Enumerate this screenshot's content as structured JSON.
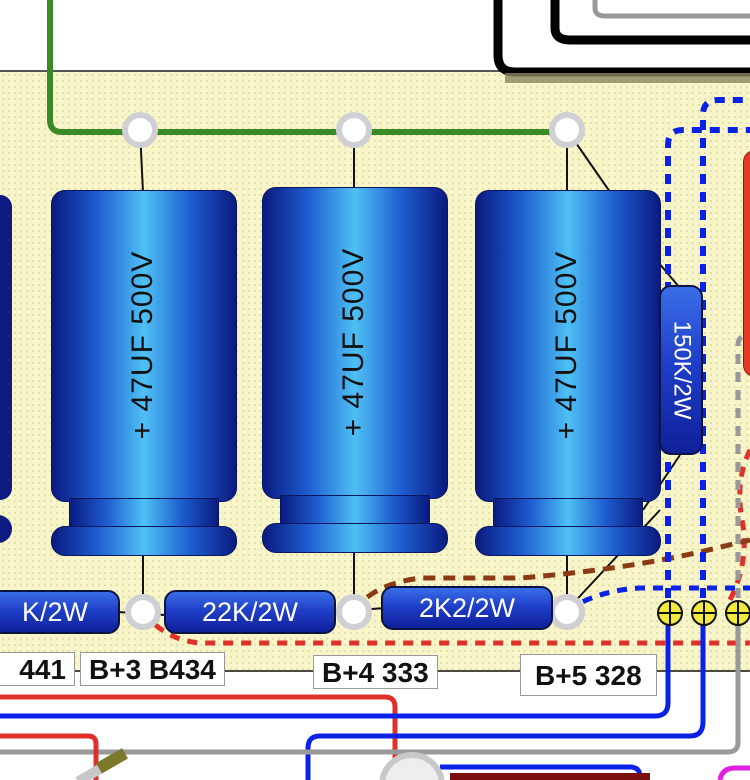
{
  "diagram": {
    "title": "Tube amplifier layout - B+ filter supply section",
    "capacitors": [
      {
        "id": "C-B3",
        "label": "+ 47UF 500V"
      },
      {
        "id": "C-B4",
        "label": "+ 47UF 500V"
      },
      {
        "id": "C-B5",
        "label": "+ 47UF 500V"
      }
    ],
    "resistors": [
      {
        "id": "R-left",
        "label": "K/2W"
      },
      {
        "id": "R-22k",
        "label": "22K/2W"
      },
      {
        "id": "R-2k2",
        "label": "2K2/2W"
      },
      {
        "id": "R-150k",
        "label": "150K/2W"
      }
    ],
    "voltage_labels": [
      {
        "node": "B+2",
        "text": "441"
      },
      {
        "node": "B+3",
        "text": "B+3 B434"
      },
      {
        "node": "B+4",
        "text": "B+4 333"
      },
      {
        "node": "B+5",
        "text": "B+5  328"
      }
    ],
    "wire_colors": {
      "ground_bus": "#3a8a28",
      "hv_red": "#e0302a",
      "blue": "#0a22e8",
      "gray": "#999999",
      "brown": "#8a3a14",
      "board": "#f8f5c8"
    }
  }
}
